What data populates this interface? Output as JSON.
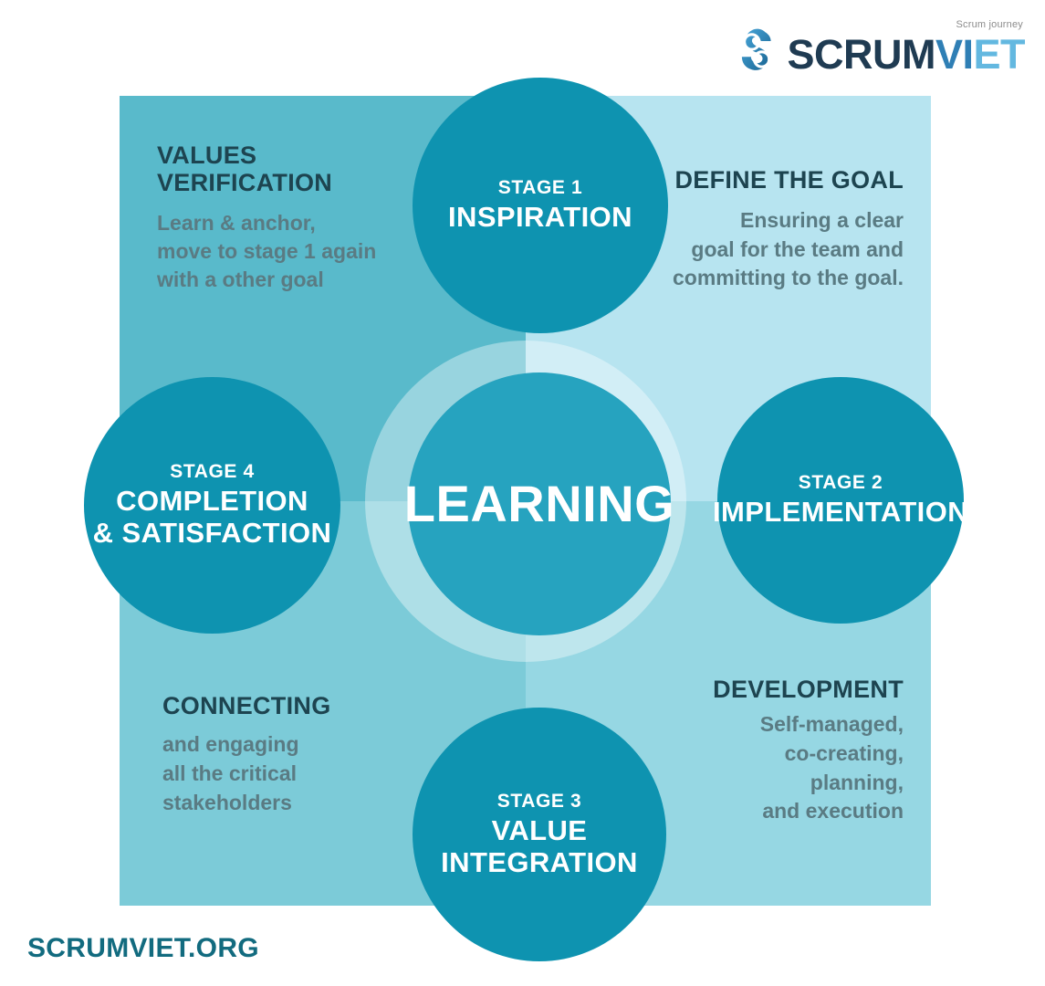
{
  "logo": {
    "tagline": "Scrum journey",
    "word_parts": [
      {
        "text": "SCRUM",
        "tone": "dark"
      },
      {
        "text": "VI",
        "tone": "mid"
      },
      {
        "text": "ET",
        "tone": "light"
      }
    ],
    "mark_icon": "scrumviet-s-mark-icon"
  },
  "diagram": {
    "center": {
      "label": "LEARNING"
    },
    "stages": [
      {
        "id": "stage1",
        "stage_label": "STAGE 1",
        "title": "INSPIRATION"
      },
      {
        "id": "stage2",
        "stage_label": "STAGE 2",
        "title": "IMPLEMENTATION"
      },
      {
        "id": "stage3",
        "stage_label": "STAGE 3",
        "title": "VALUE\nINTEGRATION"
      },
      {
        "id": "stage4",
        "stage_label": "STAGE 4",
        "title": "COMPLETION\n& SATISFACTION"
      }
    ],
    "blocks": [
      {
        "id": "values-verification",
        "heading": "VALUES\nVERIFICATION",
        "body": "Learn & anchor,\nmove to stage 1 again\nwith a other goal"
      },
      {
        "id": "define-the-goal",
        "heading": "DEFINE THE GOAL",
        "body": "Ensuring a clear\ngoal for the team and\ncommitting to the goal."
      },
      {
        "id": "connecting",
        "heading": "CONNECTING",
        "body": "and engaging\nall the critical\nstakeholders"
      },
      {
        "id": "development",
        "heading": "DEVELOPMENT",
        "body": "Self-managed,\nco-creating,\nplanning,\nand execution"
      }
    ]
  },
  "footer": {
    "url": "SCRUMVIET.ORG"
  },
  "colors": {
    "stage_circle": "#0e93b0",
    "center_circle": "#26a3bf",
    "quadrant_top_left": "#59bacb",
    "quadrant_top_right": "#b7e4f0",
    "quadrant_bottom_left": "#7ccbd8",
    "quadrant_bottom_right": "#96d7e3",
    "heading_text": "#1d4450",
    "body_text": "#5a7b83",
    "footer_text": "#126b7f"
  }
}
